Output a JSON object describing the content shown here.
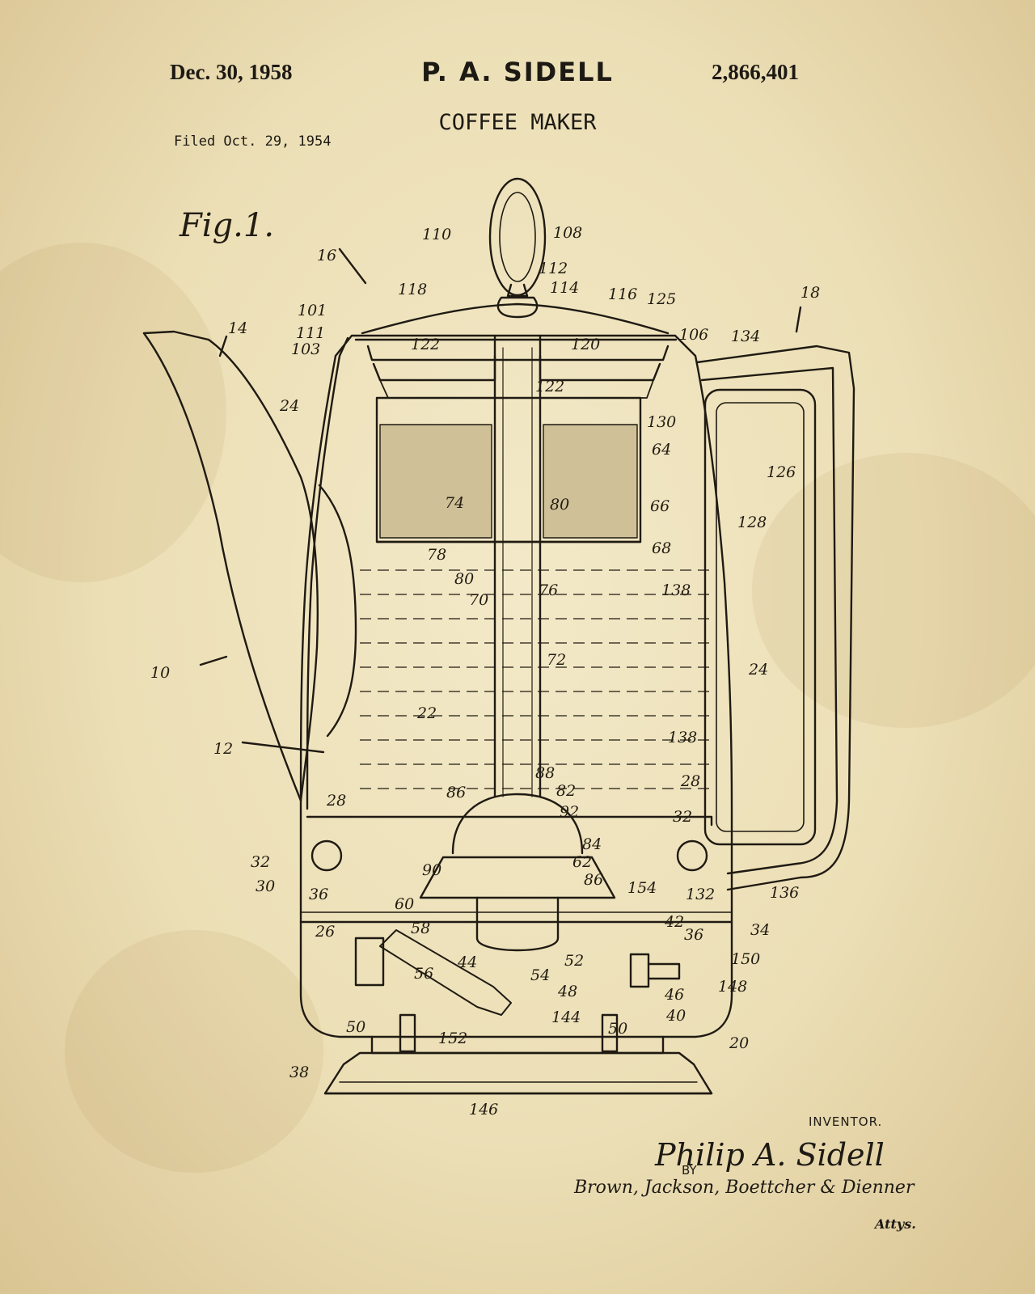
{
  "header": {
    "date": "Dec. 30, 1958",
    "inventor": "P. A. SIDELL",
    "patent_number": "2,866,401",
    "title": "COFFEE MAKER",
    "filed": "Filed Oct. 29, 1954"
  },
  "figure": {
    "label": "Fig.1.",
    "reference_numerals": [
      "110",
      "108",
      "112",
      "114",
      "16",
      "118",
      "116",
      "125",
      "18",
      "101",
      "111",
      "103",
      "122",
      "120",
      "106",
      "134",
      "14",
      "24",
      "122",
      "130",
      "64",
      "126",
      "66",
      "128",
      "74",
      "80",
      "78",
      "68",
      "80",
      "70",
      "76",
      "138",
      "72",
      "24",
      "10",
      "22",
      "12",
      "138",
      "88",
      "86",
      "82",
      "28",
      "28",
      "92",
      "32",
      "32",
      "84",
      "62",
      "86",
      "30",
      "90",
      "36",
      "60",
      "154",
      "132",
      "136",
      "42",
      "58",
      "36",
      "34",
      "26",
      "44",
      "52",
      "56",
      "54",
      "150",
      "48",
      "46",
      "148",
      "40",
      "144",
      "50",
      "50",
      "152",
      "38",
      "20",
      "146"
    ]
  },
  "signature": {
    "inventor_label": "INVENTOR.",
    "inventor_signature": "Philip A. Sidell",
    "by": "BY",
    "attorneys": "Brown, Jackson, Boettcher & Dienner",
    "attys_label": "Attys."
  }
}
